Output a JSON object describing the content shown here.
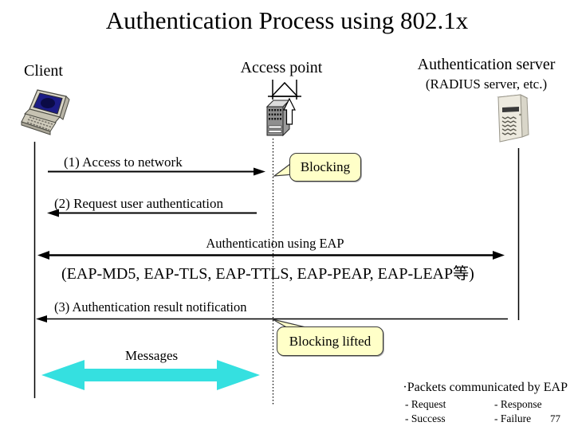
{
  "title": "Authentication Process using 802.1x",
  "columns": {
    "client": {
      "label": "Client"
    },
    "access_point": {
      "label": "Access point"
    },
    "auth_server": {
      "label": "Authentication server",
      "sublabel": "(RADIUS server, etc.)"
    }
  },
  "messages": [
    {
      "label": "(1) Access to network",
      "from": "client",
      "to": "access_point",
      "direction": "right"
    },
    {
      "label": "(2) Request user authentication",
      "from": "access_point",
      "to": "client",
      "direction": "left"
    },
    {
      "label": "Authentication using EAP",
      "sublabel": "(EAP-MD5, EAP-TLS, EAP-TTLS, EAP-PEAP, EAP-LEAP等)",
      "from": "client",
      "to": "auth_server",
      "direction": "both"
    },
    {
      "label": "(3) Authentication result notification",
      "from": "auth_server",
      "to": "client",
      "direction": "left"
    }
  ],
  "callouts": {
    "blocking": "Blocking",
    "blocking_lifted": "Blocking lifted"
  },
  "messages_label": "Messages",
  "footnote": {
    "title": "·Packets communicated by EAP",
    "items": [
      "- Request",
      "- Response",
      "- Success",
      "- Failure"
    ]
  },
  "page_number": "77",
  "icons": {
    "client": "laptop-icon",
    "access_point": "antenna-tower-icon",
    "auth_server": "server-tower-icon"
  },
  "colors": {
    "callout_bg": "#FFFFC8",
    "cyan_arrow": "#35E0E0",
    "ink": "#000000"
  }
}
